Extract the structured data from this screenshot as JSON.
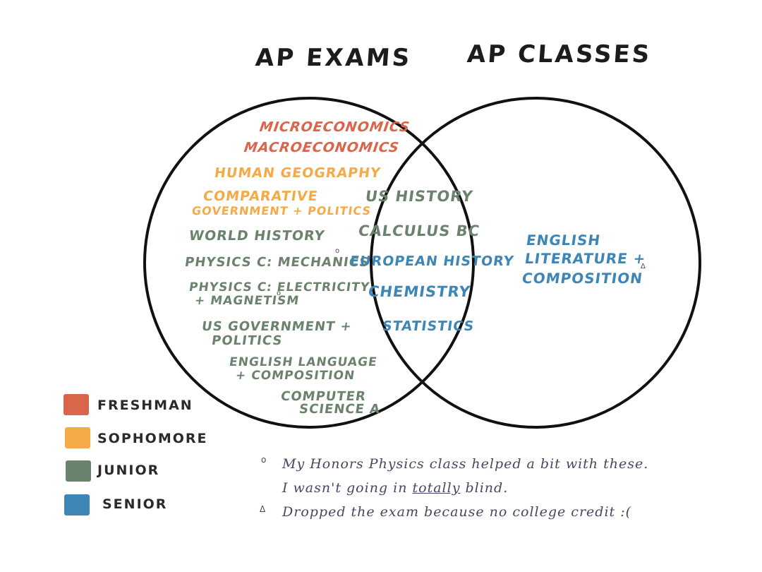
{
  "titles": {
    "left": "AP EXAMS",
    "right": "AP CLASSES"
  },
  "colors": {
    "freshman": "#d9664a",
    "sophomore": "#f5aa48",
    "junior": "#6b826d",
    "senior": "#3d86b5",
    "outline": "#111111",
    "notes": "#4a4560"
  },
  "exams_only": [
    {
      "label": "MICROECONOMICS",
      "year": "freshman"
    },
    {
      "label": "MACROECONOMICS",
      "year": "freshman"
    },
    {
      "label": "HUMAN GEOGRAPHY",
      "year": "sophomore"
    },
    {
      "label": "COMPARATIVE",
      "label2": "GOVERNMENT + POLITICS",
      "year": "sophomore"
    },
    {
      "label": "WORLD HISTORY",
      "year": "junior"
    },
    {
      "label": "PHYSICS C: MECHANICS",
      "year": "junior",
      "mark": "o"
    },
    {
      "label": "PHYSICS C: ELECTRICITY",
      "label2": "+ MAGNETISM",
      "year": "junior",
      "mark": "o"
    },
    {
      "label": "US GOVERNMENT +",
      "label2": "POLITICS",
      "year": "junior"
    },
    {
      "label": "ENGLISH LANGUAGE",
      "label2": "+ COMPOSITION",
      "year": "junior"
    },
    {
      "label": "COMPUTER",
      "label2": "SCIENCE A",
      "year": "junior"
    }
  ],
  "both": [
    {
      "label": "US HISTORY",
      "year": "junior"
    },
    {
      "label": "CALCULUS BC",
      "year": "junior"
    },
    {
      "label": "EUROPEAN HISTORY",
      "year": "senior"
    },
    {
      "label": "CHEMISTRY",
      "year": "senior"
    },
    {
      "label": "STATISTICS",
      "year": "senior"
    }
  ],
  "classes_only": [
    {
      "label": "ENGLISH",
      "label2": "LITERATURE +",
      "label3": "COMPOSITION",
      "year": "senior",
      "mark": "Δ"
    }
  ],
  "legend": [
    {
      "label": "FRESHMAN",
      "color": "#d9664a"
    },
    {
      "label": "SOPHOMORE",
      "color": "#f5aa48"
    },
    {
      "label": "JUNIOR",
      "color": "#6b826d"
    },
    {
      "label": "SENIOR",
      "color": "#3d86b5"
    }
  ],
  "notes": [
    {
      "mark": "o",
      "line1": "My Honors Physics class helped a bit with these.",
      "line2a": "I wasn't going in ",
      "line2b": "totally",
      "line2c": " blind."
    },
    {
      "mark": "Δ",
      "line1": "Dropped the exam because no college credit :("
    }
  ]
}
